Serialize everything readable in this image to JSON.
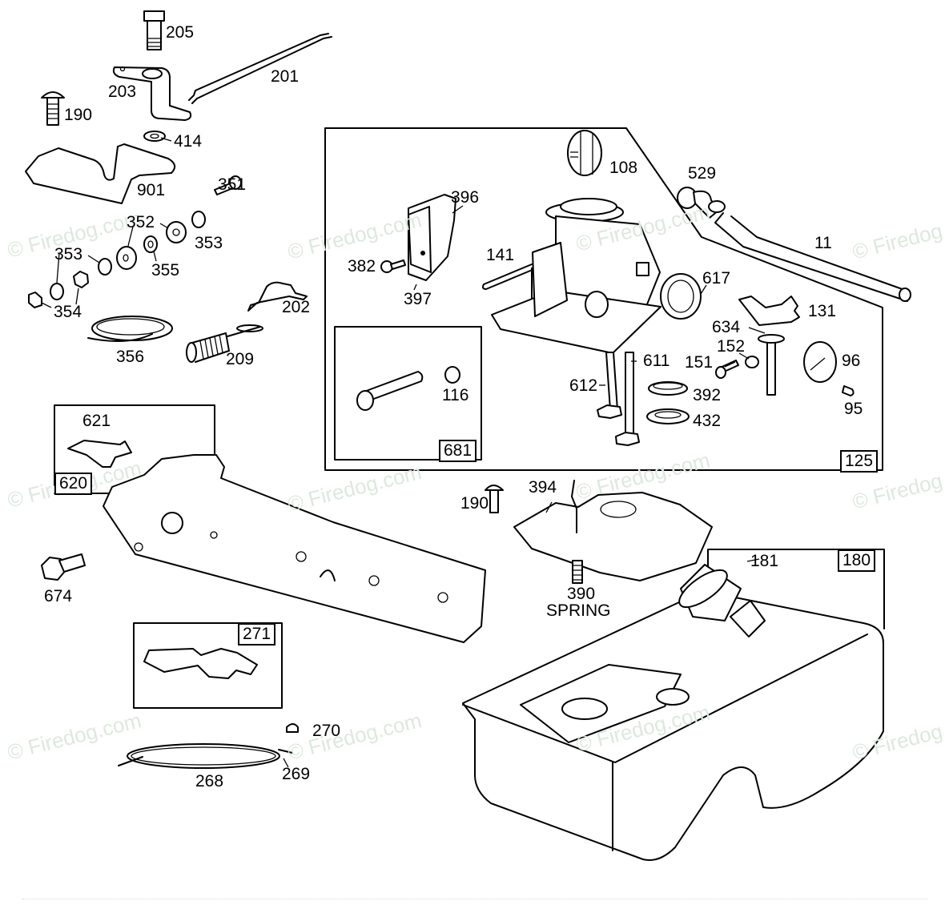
{
  "diagram": {
    "title": "Carburetor / Fuel Tank Exploded Parts Diagram",
    "watermark_text": "© Firedog.com",
    "callouts": [
      {
        "id": "205",
        "label": "205"
      },
      {
        "id": "201",
        "label": "201"
      },
      {
        "id": "203",
        "label": "203"
      },
      {
        "id": "190a",
        "label": "190"
      },
      {
        "id": "414",
        "label": "414"
      },
      {
        "id": "901",
        "label": "901"
      },
      {
        "id": "351",
        "label": "351"
      },
      {
        "id": "352",
        "label": "352"
      },
      {
        "id": "353a",
        "label": "353"
      },
      {
        "id": "353b",
        "label": "353"
      },
      {
        "id": "355",
        "label": "355"
      },
      {
        "id": "354",
        "label": "354"
      },
      {
        "id": "356",
        "label": "356"
      },
      {
        "id": "202",
        "label": "202"
      },
      {
        "id": "209",
        "label": "209"
      },
      {
        "id": "108",
        "label": "108"
      },
      {
        "id": "396",
        "label": "396"
      },
      {
        "id": "382",
        "label": "382"
      },
      {
        "id": "397",
        "label": "397"
      },
      {
        "id": "141",
        "label": "141"
      },
      {
        "id": "529",
        "label": "529"
      },
      {
        "id": "11",
        "label": "11"
      },
      {
        "id": "617",
        "label": "617"
      },
      {
        "id": "131",
        "label": "131"
      },
      {
        "id": "634",
        "label": "634"
      },
      {
        "id": "152",
        "label": "152"
      },
      {
        "id": "151",
        "label": "151"
      },
      {
        "id": "96",
        "label": "96"
      },
      {
        "id": "95",
        "label": "95"
      },
      {
        "id": "611",
        "label": "611"
      },
      {
        "id": "612",
        "label": "612"
      },
      {
        "id": "392",
        "label": "392"
      },
      {
        "id": "432",
        "label": "432"
      },
      {
        "id": "116",
        "label": "116"
      },
      {
        "id": "621",
        "label": "621"
      },
      {
        "id": "674",
        "label": "674"
      },
      {
        "id": "190b",
        "label": "190"
      },
      {
        "id": "394",
        "label": "394"
      },
      {
        "id": "390",
        "label": "390"
      },
      {
        "id": "spring",
        "label": "SPRING"
      },
      {
        "id": "181",
        "label": "181"
      },
      {
        "id": "270",
        "label": "270"
      },
      {
        "id": "268",
        "label": "268"
      },
      {
        "id": "269",
        "label": "269"
      }
    ],
    "kit_boxes": [
      {
        "id": "125",
        "label": "125"
      },
      {
        "id": "681",
        "label": "681"
      },
      {
        "id": "620",
        "label": "620"
      },
      {
        "id": "271",
        "label": "271"
      },
      {
        "id": "180",
        "label": "180"
      }
    ]
  }
}
